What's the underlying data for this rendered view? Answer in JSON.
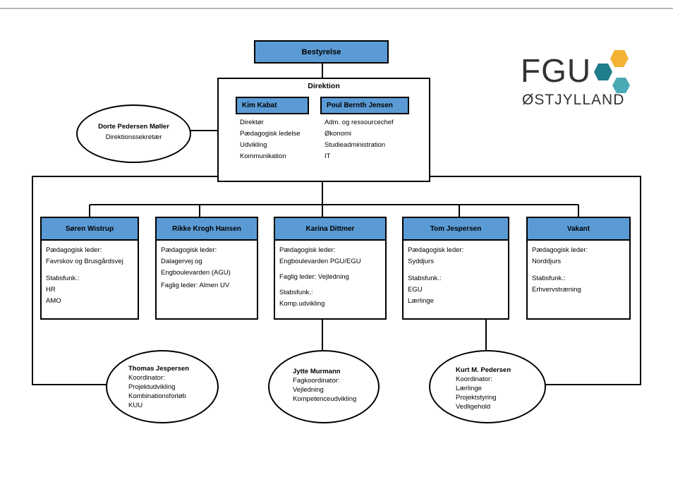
{
  "board": {
    "label": "Bestyrelse"
  },
  "directorate": {
    "title": "Direktion",
    "persons": [
      {
        "name": "Kim Kabat",
        "duties": [
          "Direktør",
          "Pædagogisk ledelse",
          "Udvikling",
          "Kommunikation"
        ]
      },
      {
        "name": "Poul Bernth Jensen",
        "duties": [
          "Adm. og ressourcechef",
          "Økonomi",
          "Studieadministration",
          "IT"
        ]
      }
    ]
  },
  "secretary": {
    "name": "Dorte Pedersen Møller",
    "role": "Direktionssekretær"
  },
  "logo": {
    "line1": "FGU",
    "line2": "ØSTJYLLAND",
    "colors": [
      "#f2b233",
      "#1f7d8c",
      "#4aa9b4"
    ]
  },
  "departments": [
    {
      "head": "Søren Wistrup",
      "lines": [
        "Pædagogisk leder:",
        "Favrskov og Brusgårdsvej",
        "",
        "Stabsfunk.:",
        "HR",
        "AMO"
      ]
    },
    {
      "head": "Rikke Krogh Hansen",
      "lines": [
        "Pædagogisk leder:",
        "Dalagervej og",
        "Engboulevarden (AGU)",
        "Faglig leder: Almen UV"
      ]
    },
    {
      "head": "Karina Dittmer",
      "lines": [
        "Pædagogisk leder:",
        "Engboulevarden PGU/EGU",
        "",
        "Faglig leder: Vejledning",
        "",
        "Stabsfunk.:",
        "Komp.udvikling"
      ]
    },
    {
      "head": "Tom Jespersen",
      "lines": [
        "Pædagogisk leder:",
        "Syddjurs",
        "",
        "Stabsfunk.:",
        "EGU",
        "Lærlinge"
      ]
    },
    {
      "head": "Vakant",
      "lines": [
        "Pædagogisk leder:",
        "Norddjurs",
        "",
        "Stabsfunk.:",
        "Erhvervstræning"
      ]
    }
  ],
  "coordinators": [
    {
      "name": "Thomas Jespersen",
      "lines": [
        "Koordinator:",
        "Projektudvikling",
        "Kombinationsforløb",
        "KUU"
      ]
    },
    {
      "name": "Jytte Murmann",
      "lines": [
        "Fagkoordinator:",
        "Vejledning",
        "Kompetenceudvikling"
      ]
    },
    {
      "name": "Kurt M. Pedersen",
      "lines": [
        "Koordinator:",
        "Lærlinge",
        "Projektstyring",
        "Vedligehold"
      ]
    }
  ]
}
